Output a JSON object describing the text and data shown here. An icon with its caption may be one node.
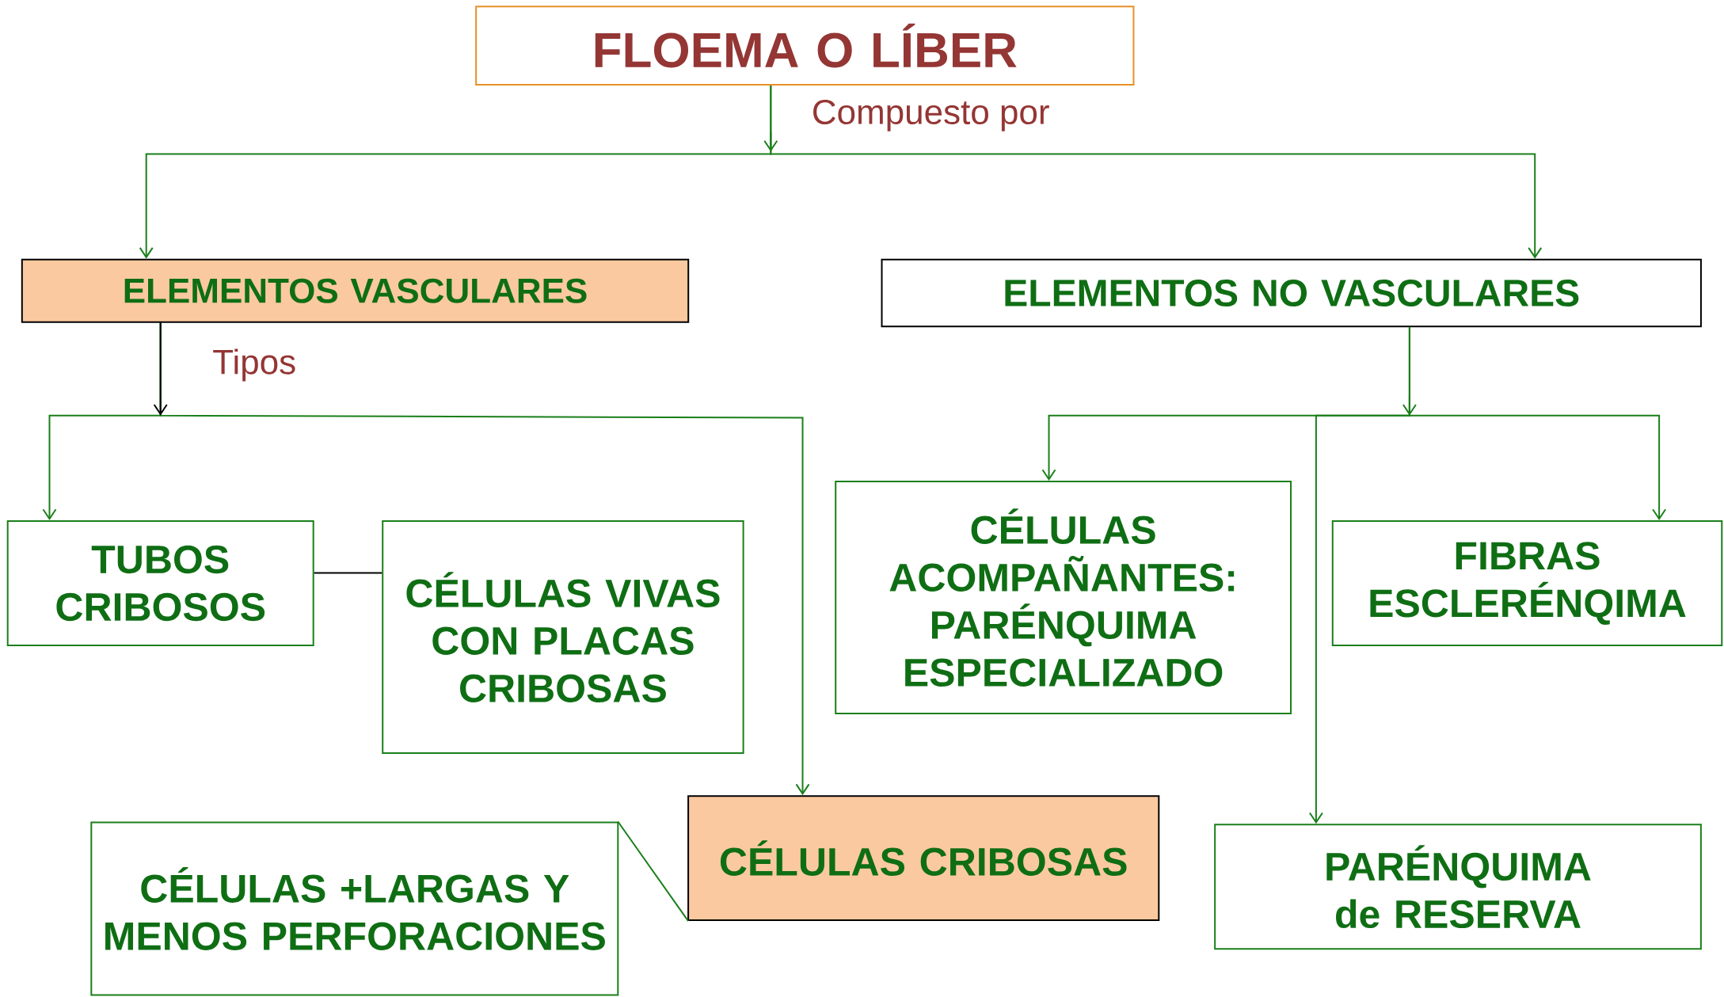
{
  "diagram": {
    "nodes": [
      {
        "text": [
          "FLOEMA O LÍBER"
        ]
      },
      {
        "text": [
          "ELEMENTOS VASCULARES"
        ]
      },
      {
        "text": [
          "ELEMENTOS NO VASCULARES"
        ]
      },
      {
        "text": [
          "TUBOS CRIBOSOS"
        ]
      },
      {
        "text": [
          "CÉLULAS VIVAS CON PLACAS CRIBOSAS"
        ]
      },
      {
        "text": [
          "CÉLULAS ACOMPAÑANTES: PARÉNQUIMA ESPECIALIZADO"
        ]
      },
      {
        "text": [
          "FIBRAS ESCLERÉNQIMA"
        ]
      },
      {
        "text": [
          "CÉLULAS +LARGAS Y MENOS PERFORACIONES"
        ]
      },
      {
        "text": [
          "CÉLULAS CRIBOSAS"
        ]
      },
      {
        "text": [
          "PARÉNQUIMA de RESERVA"
        ]
      }
    ],
    "edges": [
      {
        "from": 0,
        "to": 1,
        "arrow": "to"
      },
      {
        "from": 0,
        "to": 2,
        "arrow": "to"
      },
      {
        "from": 1,
        "to": 3,
        "arrow": "to"
      },
      {
        "from": 1,
        "to": 8,
        "arrow": "to"
      },
      {
        "from": 3,
        "to": 4,
        "arrow": "none",
        "color": "#000000"
      },
      {
        "from": 2,
        "to": 5,
        "arrow": "to"
      },
      {
        "from": 2,
        "to": 6,
        "arrow": "to"
      },
      {
        "from": 2,
        "to": 9,
        "arrow": "to"
      },
      {
        "from": 8,
        "to": 7,
        "arrow": "none"
      }
    ],
    "labels": [
      "Compuesto por",
      "Tipos"
    ]
  }
}
